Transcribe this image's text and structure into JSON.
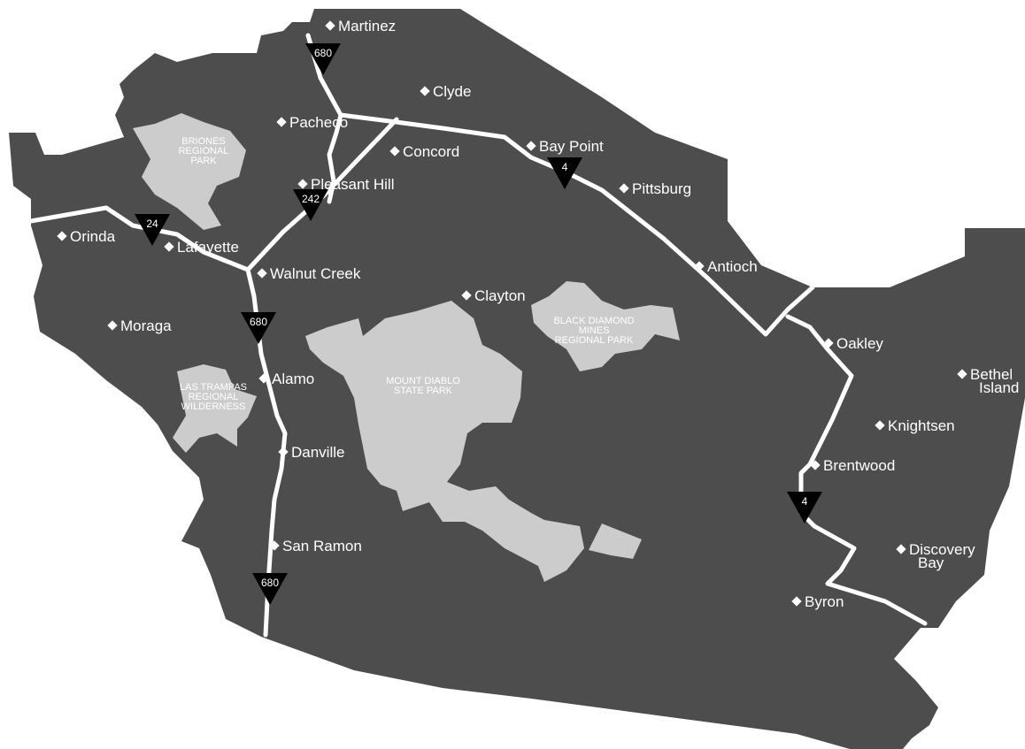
{
  "colors": {
    "land": "#4d4d4d",
    "park": "#cccccc",
    "road": "#ffffff",
    "shield": "#000000",
    "label": "#ffffff"
  },
  "cities": [
    {
      "id": "martinez",
      "name": "Martinez"
    },
    {
      "id": "clyde",
      "name": "Clyde"
    },
    {
      "id": "pacheco",
      "name": "Pacheco"
    },
    {
      "id": "concord",
      "name": "Concord"
    },
    {
      "id": "bay-point",
      "name": "Bay Point"
    },
    {
      "id": "pleasant-hill",
      "name": "Pleasant Hill"
    },
    {
      "id": "pittsburg",
      "name": "Pittsburg"
    },
    {
      "id": "orinda",
      "name": "Orinda"
    },
    {
      "id": "lafayette",
      "name": "Lafayette"
    },
    {
      "id": "walnut-creek",
      "name": "Walnut Creek"
    },
    {
      "id": "antioch",
      "name": "Antioch"
    },
    {
      "id": "clayton",
      "name": "Clayton"
    },
    {
      "id": "moraga",
      "name": "Moraga"
    },
    {
      "id": "oakley",
      "name": "Oakley"
    },
    {
      "id": "alamo",
      "name": "Alamo"
    },
    {
      "id": "bethel-island",
      "name": "Bethel Island",
      "lines": [
        "Bethel",
        "Island"
      ]
    },
    {
      "id": "knightsen",
      "name": "Knightsen"
    },
    {
      "id": "danville",
      "name": "Danville"
    },
    {
      "id": "brentwood",
      "name": "Brentwood"
    },
    {
      "id": "san-ramon",
      "name": "San Ramon"
    },
    {
      "id": "discovery-bay",
      "name": "Discovery Bay",
      "lines": [
        "Discovery",
        "Bay"
      ]
    },
    {
      "id": "byron",
      "name": "Byron"
    }
  ],
  "parks": [
    {
      "id": "briones",
      "lines": [
        "BRIONES",
        "REGIONAL",
        "PARK"
      ]
    },
    {
      "id": "las-trampas",
      "lines": [
        "LAS TRAMPAS",
        "REGIONAL",
        "WILDERNESS"
      ]
    },
    {
      "id": "mount-diablo",
      "lines": [
        "MOUNT DIABLO",
        "STATE PARK"
      ]
    },
    {
      "id": "black-diamond",
      "lines": [
        "BLACK DIAMOND",
        "MINES",
        "REGIONAL PARK"
      ]
    }
  ],
  "highway_shields": [
    {
      "id": "680-north",
      "number": "680"
    },
    {
      "id": "24",
      "number": "24"
    },
    {
      "id": "242",
      "number": "242"
    },
    {
      "id": "4-east",
      "number": "4"
    },
    {
      "id": "680-mid",
      "number": "680"
    },
    {
      "id": "680-south",
      "number": "680"
    },
    {
      "id": "4-south",
      "number": "4"
    }
  ]
}
